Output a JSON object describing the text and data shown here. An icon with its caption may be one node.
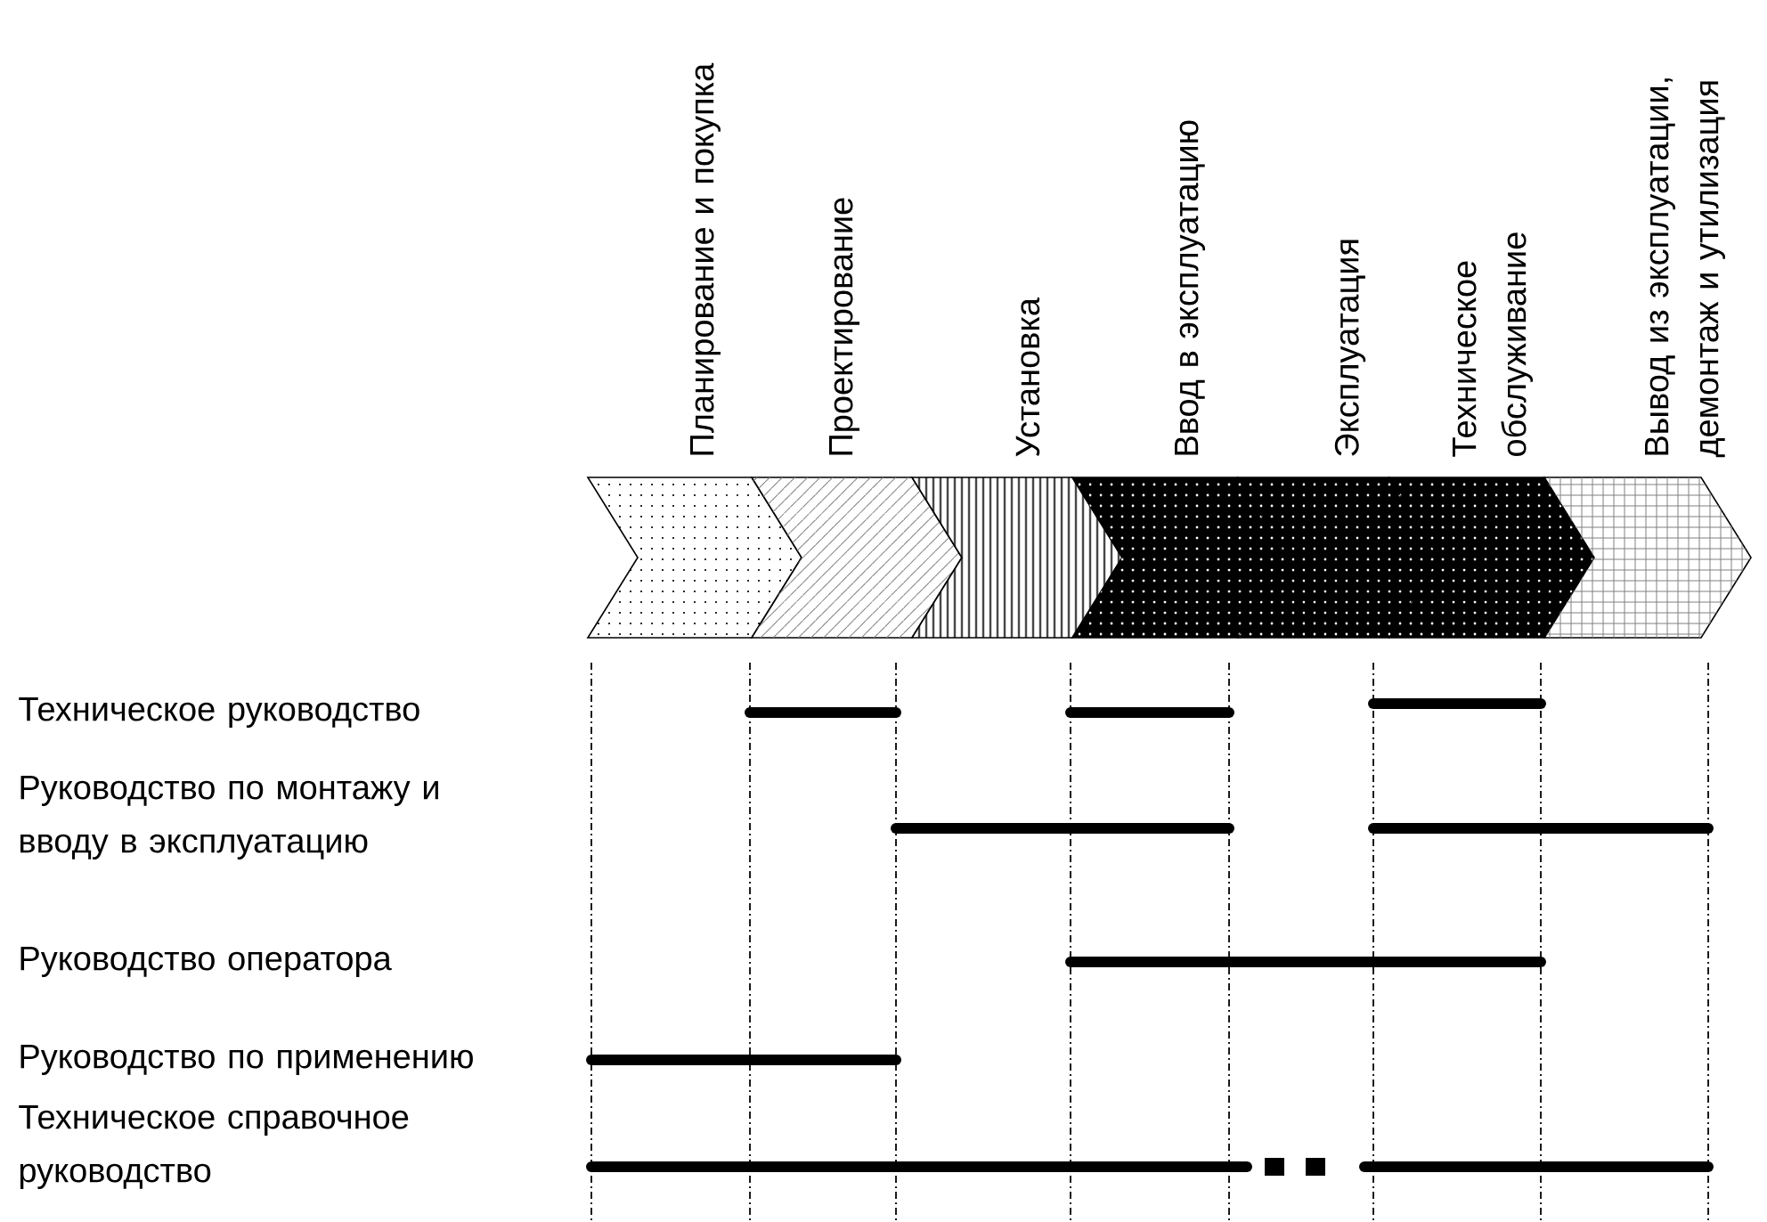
{
  "diagram": {
    "nodes": [
      {
        "text": [
          "Планирование и покупка"
        ]
      },
      {
        "text": [
          "Проектирование"
        ]
      },
      {
        "text": [
          "Установка"
        ]
      },
      {
        "text": [
          "Ввод в эксплуатацию"
        ]
      },
      {
        "text": [
          "Эксплуатация"
        ]
      },
      {
        "text": [
          "Техническое обслуживание"
        ]
      },
      {
        "text": [
          "Вывод из эксплуатации, демонтаж и утилизация"
        ]
      }
    ],
    "labels": [
      "Техническое руководство",
      "Руководство по монтажу и вводу в эксплуатацию",
      "Руководство оператора",
      "Руководство по применению",
      "Техническое справочное руководство"
    ]
  }
}
